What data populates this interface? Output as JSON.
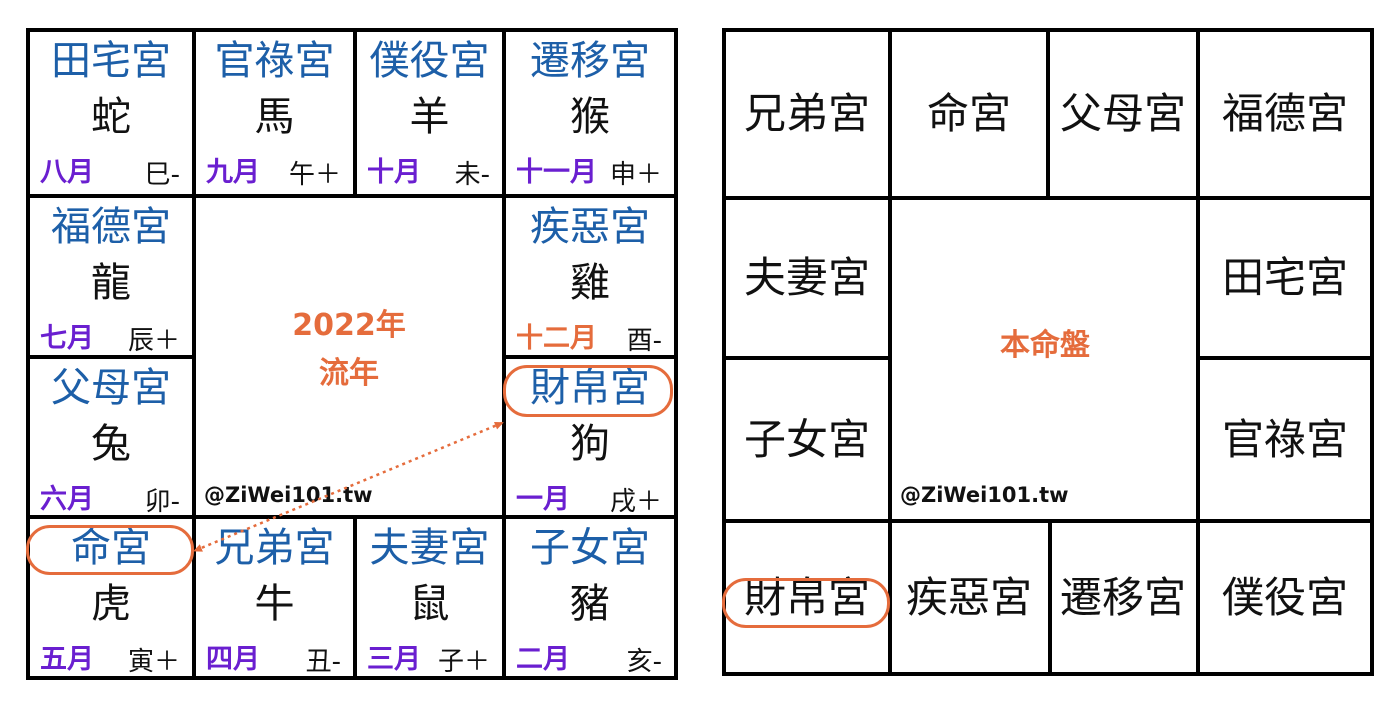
{
  "colors": {
    "palace_blue": "#1d5fa8",
    "month_purple": "#6a1fd0",
    "accent_orange": "#e56c3c",
    "grid": "#000000"
  },
  "left_chart": {
    "center_year": "2022年",
    "center_label": "流年",
    "watermark": "@ZiWei101.tw",
    "cells": [
      {
        "palace": "田宅宮",
        "animal": "蛇",
        "month": "八月",
        "branch": "巳-",
        "month_color": "purple"
      },
      {
        "palace": "官祿宮",
        "animal": "馬",
        "month": "九月",
        "branch": "午＋",
        "month_color": "purple"
      },
      {
        "palace": "僕役宮",
        "animal": "羊",
        "month": "十月",
        "branch": "未-",
        "month_color": "purple"
      },
      {
        "palace": "遷移宮",
        "animal": "猴",
        "month": "十一月",
        "branch": "申＋",
        "month_color": "purple"
      },
      {
        "palace": "福德宮",
        "animal": "龍",
        "month": "七月",
        "branch": "辰＋",
        "month_color": "purple"
      },
      {
        "palace": "疾惡宮",
        "animal": "雞",
        "month": "十二月",
        "branch": "酉-",
        "month_color": "orange"
      },
      {
        "palace": "父母宮",
        "animal": "兔",
        "month": "六月",
        "branch": "卯-",
        "month_color": "purple"
      },
      {
        "palace": "財帛宮",
        "animal": "狗",
        "month": "一月",
        "branch": "戌＋",
        "month_color": "purple"
      },
      {
        "palace": "命宮",
        "animal": "虎",
        "month": "五月",
        "branch": "寅＋",
        "month_color": "purple"
      },
      {
        "palace": "兄弟宮",
        "animal": "牛",
        "month": "四月",
        "branch": "丑-",
        "month_color": "purple"
      },
      {
        "palace": "夫妻宮",
        "animal": "鼠",
        "month": "三月",
        "branch": "子＋",
        "month_color": "purple"
      },
      {
        "palace": "子女宮",
        "animal": "豬",
        "month": "二月",
        "branch": "亥-",
        "month_color": "purple"
      }
    ]
  },
  "right_chart": {
    "center_label": "本命盤",
    "watermark": "@ZiWei101.tw",
    "cells": [
      "兄弟宮",
      "命宮",
      "父母宮",
      "福德宮",
      "夫妻宮",
      "田宅宮",
      "子女宮",
      "官祿宮",
      "財帛宮",
      "疾惡宮",
      "遷移宮",
      "僕役宮"
    ]
  }
}
